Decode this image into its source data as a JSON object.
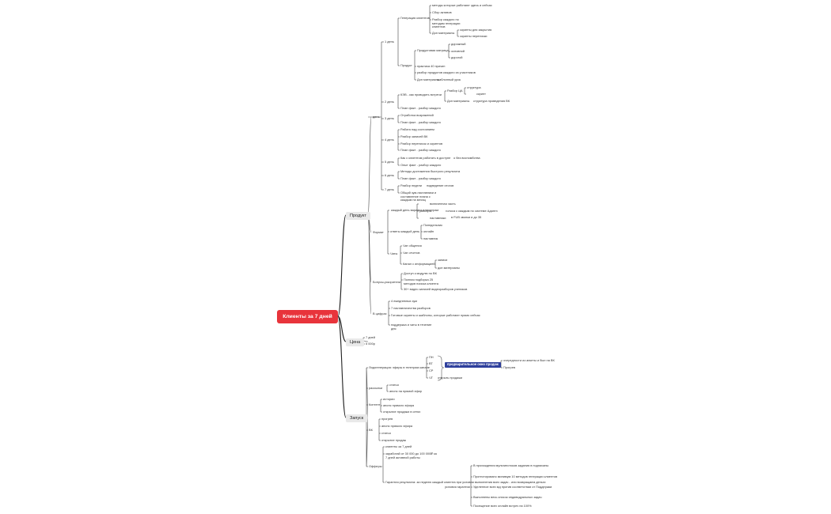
{
  "root": "Клиенты за 7 дней",
  "branches": {
    "product": "Продукт",
    "price": "Цена",
    "launch": "Запуск"
  },
  "nodes": [
    "1 день",
    "Генерация клиентов",
    "методы которые работают здесь и сейчас",
    "Сбор активов",
    "Разбор каждого по методам генерации клиентов",
    "Доп материалы",
    "скрипты для закрытия",
    "скрипты переписки",
    "Продукт",
    "Продуктовая матрица",
    "дорожный",
    "основной",
    "дорогой",
    "практика 40 причин",
    "разбор продуктов каждого из участников",
    "Доп материалы",
    "шаблонный урок",
    "2 день",
    "Разбор ЦА",
    "структура",
    "скрипт",
    "КЭВ - как проводить встречи",
    "Доп материалы",
    "структура проведения ВК",
    "План факт - разбор каждого",
    "3 день",
    "Отработка возражений",
    "План факт - разбор каждого",
    "4 день",
    "Работа над состоянием",
    "Разбор записей ВК",
    "Разбор переписок и скриптов",
    "План факт - разбор каждого",
    "день",
    "5 день",
    "Как с клиентом работать в доступе",
    "о без воспомбства",
    "Опыт факт - разбор каждого",
    "6 день",
    "Методы достижения быстрого результата",
    "План факт - разбор каждого",
    "7 день",
    "Разбор недели",
    "подведение итогов",
    "Общий зум-наставники и составление плана с каждым на месяц",
    "каждый день вариант в телеграм",
    "разборы",
    "включенная часть",
    "наставники",
    "голоса с каждым по системе Адаптэ",
    "в FUB звонки и до 35",
    "Формат",
    "ответы каждый день",
    "Понедельник",
    "онлайн",
    "наставник",
    "Чаты",
    "Чат общения",
    "Чат отчетов",
    "Канал с информацией",
    "записи",
    "доп материалы",
    "Бонусы-ускорители",
    "Доступ к модулю по ВК",
    "Полная подборка 25 методов поиска клиента",
    "30+ видео записей видеоразборов учеников",
    "В цифрах",
    "4 ежедневных зум",
    "7 наставничества разборов",
    "Готовые скрипты и шаблоны, которые работают прямо сейчас",
    "поддержка и чаты в течение дня",
    "7 дней",
    "5 000р",
    "Лидогенерация: эфиры в телеграм канале",
    "ПН",
    "ВТ",
    "СР",
    "ЧТ",
    "открыть продажи",
    "предварительное окно продаж",
    "очередности из анкеты и был на ВК",
    "Прогрев",
    "рассылки",
    "статья",
    "анонс на прямой эфир",
    "Контент",
    "истории",
    "анонс прямого эфира",
    "открытие продажи в сетях",
    "ВК",
    "прогрев",
    "анонс прямого эфира",
    "статья",
    "открытие продаж",
    "Офферы",
    "клиенты за 7 дней",
    "заработай от 30 000 до 100 000₽ за 7 дней активной работы",
    "Гарантия результата: за неделю каждый клиента при условии выполнения всех задач - или возвращаем деньги",
    "условия гарантии",
    "В прохождения мультипотоков задания в подписаны",
    "Протестировано минимум 10 методов генерации клиентов",
    "Уделенное всех мд против соответствии от Поддержки",
    "Выполнены весь список индивидуальных задач",
    "Посещение всех онлайн встреч на 100%"
  ]
}
